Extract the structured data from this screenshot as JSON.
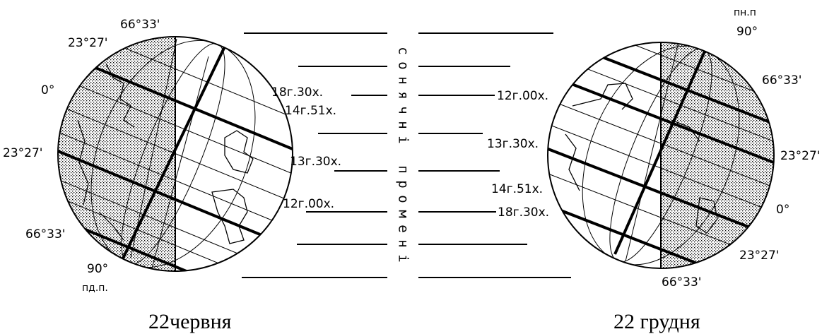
{
  "left_globe": {
    "labels": {
      "arctic_circle": "66°33'",
      "tropic_north": "23°27'",
      "equator": "0°",
      "tropic_south": "23°27'",
      "antarctic_circle": "66°33'",
      "pole_angle": "90°",
      "pole_name": "пд.п."
    },
    "times": [
      "18г.30х.",
      "14г.51х.",
      "13г.30х.",
      "12г.00х."
    ],
    "caption": "22червня"
  },
  "right_globe": {
    "labels": {
      "pole_name": "пн.п",
      "pole_angle": "90°",
      "arctic_circle": "66°33'",
      "tropic_north": "23°27'",
      "equator": "0°",
      "tropic_south": "23°27'",
      "antarctic_circle": "66°33'"
    },
    "times": [
      "12г.00х.",
      "13г.30х.",
      "14г.51х.",
      "18г.30х."
    ],
    "caption": "22 грудня"
  },
  "rays_label": [
    "с",
    "о",
    "н",
    "я",
    "ч",
    "н",
    "і",
    " ",
    "п",
    "р",
    "о",
    "м",
    "е",
    "н",
    "і"
  ],
  "colors": {
    "ink": "#000000",
    "shadow_fill": "#d9d9d9",
    "paper": "#ffffff"
  }
}
